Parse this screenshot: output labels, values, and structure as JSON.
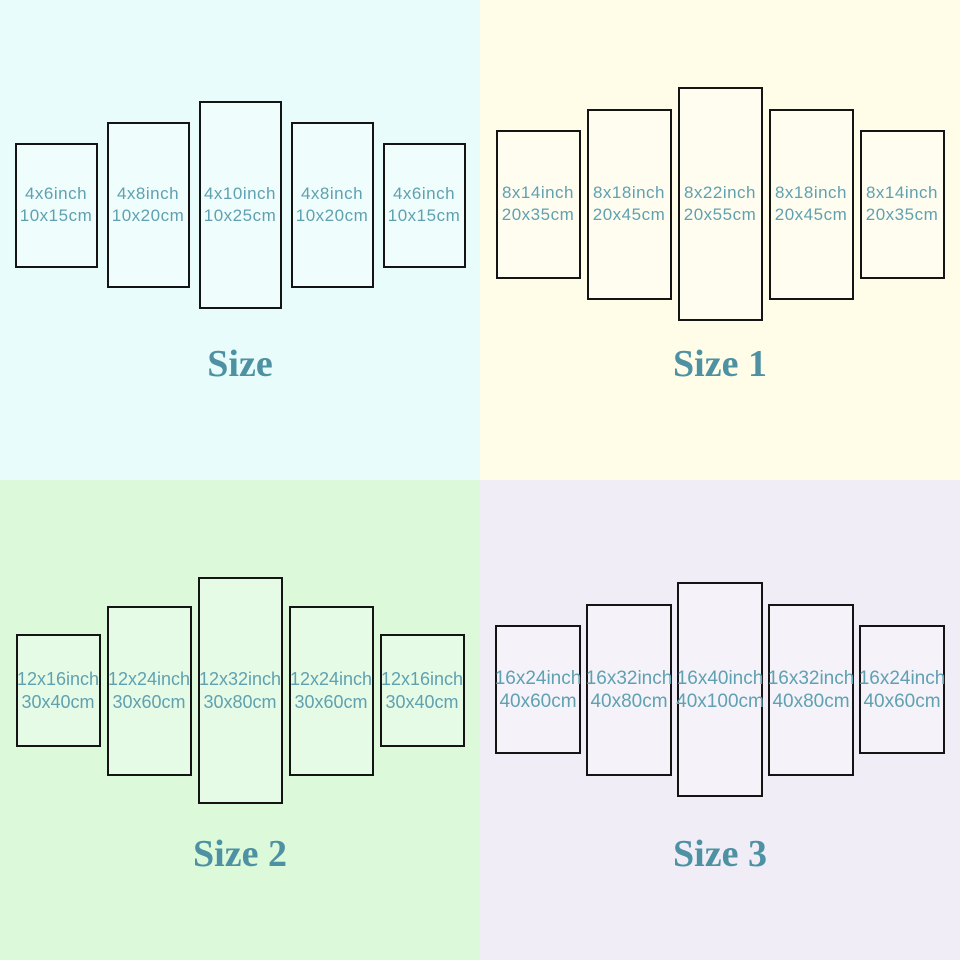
{
  "colors": {
    "quadrant_backgrounds": [
      "#e8fcfb",
      "#fffce8",
      "#dcf9da",
      "#f1edf7"
    ],
    "panel_border": "#141414",
    "label_text": "#5fa1b1",
    "title_text": "#4d91a3"
  },
  "quadrants": [
    {
      "id": "size",
      "title": "Size",
      "bg": "#e8fcfb",
      "panels": [
        {
          "inch": "4x6inch",
          "cm": "10x15cm"
        },
        {
          "inch": "4x8inch",
          "cm": "10x20cm"
        },
        {
          "inch": "4x10inch",
          "cm": "10x25cm"
        },
        {
          "inch": "4x8inch",
          "cm": "10x20cm"
        },
        {
          "inch": "4x6inch",
          "cm": "10x15cm"
        }
      ]
    },
    {
      "id": "size-1",
      "title": "Size 1",
      "bg": "#fffce8",
      "panels": [
        {
          "inch": "8x14inch",
          "cm": "20x35cm"
        },
        {
          "inch": "8x18inch",
          "cm": "20x45cm"
        },
        {
          "inch": "8x22inch",
          "cm": "20x55cm"
        },
        {
          "inch": "8x18inch",
          "cm": "20x45cm"
        },
        {
          "inch": "8x14inch",
          "cm": "20x35cm"
        }
      ]
    },
    {
      "id": "size-2",
      "title": "Size 2",
      "bg": "#dcf9da",
      "panels": [
        {
          "inch": "12x16inch",
          "cm": "30x40cm"
        },
        {
          "inch": "12x24inch",
          "cm": "30x60cm"
        },
        {
          "inch": "12x32inch",
          "cm": "30x80cm"
        },
        {
          "inch": "12x24inch",
          "cm": "30x60cm"
        },
        {
          "inch": "12x16inch",
          "cm": "30x40cm"
        }
      ]
    },
    {
      "id": "size-3",
      "title": "Size 3",
      "bg": "#f1edf7",
      "panels": [
        {
          "inch": "16x24inch",
          "cm": "40x60cm"
        },
        {
          "inch": "16x32inch",
          "cm": "40x80cm"
        },
        {
          "inch": "16x40inch",
          "cm": "40x100cm"
        },
        {
          "inch": "16x32inch",
          "cm": "40x80cm"
        },
        {
          "inch": "16x24inch",
          "cm": "40x60cm"
        }
      ]
    }
  ]
}
